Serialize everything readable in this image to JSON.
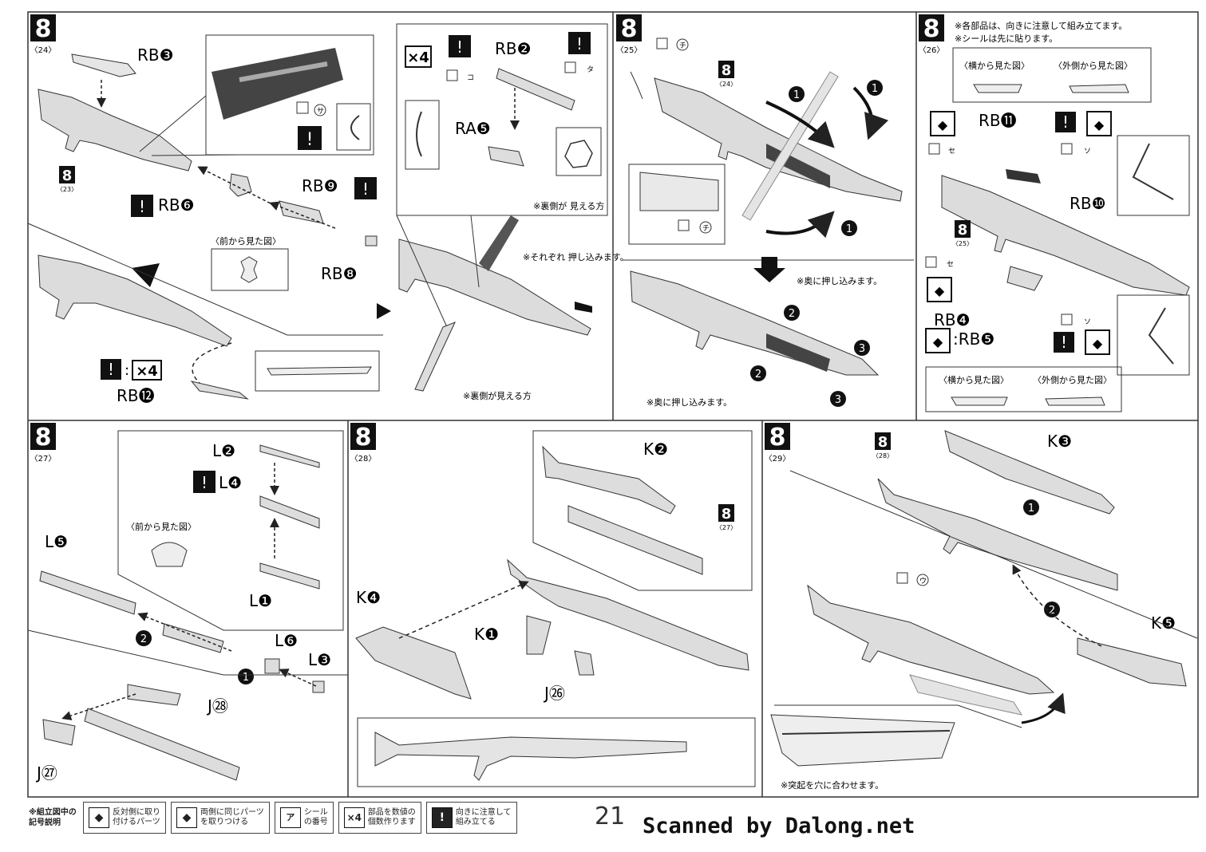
{
  "page_number": "21",
  "watermark": "Scanned by Dalong.net",
  "panels": [
    {
      "step": "8",
      "sub": "〈24〉"
    },
    {
      "step": "8",
      "sub": "〈25〉"
    },
    {
      "step": "8",
      "sub": "〈26〉"
    },
    {
      "step": "8",
      "sub": "〈27〉"
    },
    {
      "step": "8",
      "sub": "〈28〉"
    },
    {
      "step": "8",
      "sub": "〈29〉"
    }
  ],
  "panel24": {
    "rb3": "RB❸",
    "rb6": "RB❻",
    "rb9": "RB❾",
    "rb8": "RB❽",
    "rb12": "RB⓬",
    "front_view": "〈前から見た図〉",
    "ref8": "8",
    "ref23": "〈23〉",
    "sticker_sa": "サ",
    "count": "×4"
  },
  "panel24b": {
    "count": "×4",
    "rb2": "RB❷",
    "ra5": "RA❺",
    "sticker_ko": "コ",
    "sticker_ta": "タ",
    "note_backside": "※裏側が\n見える方",
    "note_push": "※それぞれ\n押し込みます。",
    "note_backside2": "※裏側が見える方"
  },
  "panel25": {
    "sticker_chi": "チ",
    "ref8": "8",
    "ref24": "〈24〉",
    "note_push_in": "※奥に押し込みます。",
    "note_push_in2": "※奥に押し込みます。",
    "n1": "❶",
    "n2": "❷",
    "n3": "❸"
  },
  "panel26": {
    "note1": "※各部品は、向きに注意して組み立てます。",
    "note2": "※シールは先に貼ります。",
    "side_view": "〈横から見た図〉",
    "outer_view": "〈外側から見た図〉",
    "rb11": "RB⓫",
    "rb10": "RB❿",
    "rb4": "RB❹",
    "rb5": ":RB❺",
    "sticker_se": "セ",
    "sticker_so": "ソ",
    "ref8": "8",
    "ref25": "〈25〉"
  },
  "panel27": {
    "l2": "L❷",
    "l4": "L❹",
    "l1": "L❶",
    "l5": "L❺",
    "l6": "L❻",
    "l3": "L❸",
    "j28": "J㉘",
    "j27": "J㉗",
    "front_view": "〈前から見た図〉"
  },
  "panel28": {
    "k2": "K❷",
    "k4": "K❹",
    "k1": "K❶",
    "j26": "J㉖",
    "ref8": "8",
    "ref27": "〈27〉"
  },
  "panel29": {
    "k3": "K❸",
    "k5": "K❺",
    "sticker_u": "ウ",
    "ref8": "8",
    "ref28": "〈28〉",
    "note_align": "※突起を穴に合わせます。"
  },
  "legend": {
    "title": "※組立図中の\n記号説明",
    "items": [
      {
        "symbol": "◆",
        "text": "反対側に取り\n付けるパーツ"
      },
      {
        "symbol": "◆",
        "text": "両側に同じパーツ\nを取りつける"
      },
      {
        "symbol": "ア",
        "text": "シール\nの番号"
      },
      {
        "symbol": "×4",
        "text": "部品を数値の\n個数作ります"
      },
      {
        "symbol": "!",
        "text": "向きに注意して\n組み立てる"
      }
    ]
  }
}
